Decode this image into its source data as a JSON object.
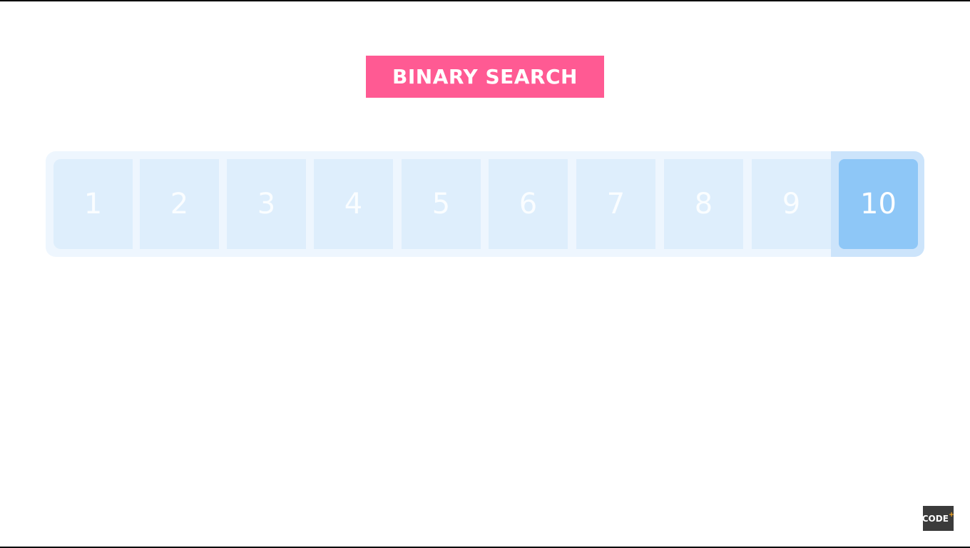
{
  "title": "BINARY SEARCH",
  "array": {
    "values": [
      "1",
      "2",
      "3",
      "4",
      "5",
      "6",
      "7",
      "8",
      "9",
      "10"
    ],
    "active_index": 9
  },
  "colors": {
    "title_bg": "#ff5a93",
    "cell_bg": "#deeefc",
    "active_bg": "#8ec7f7",
    "track_bg": "#eef6fe"
  },
  "logo": {
    "text": "CODE",
    "plus": "+"
  }
}
